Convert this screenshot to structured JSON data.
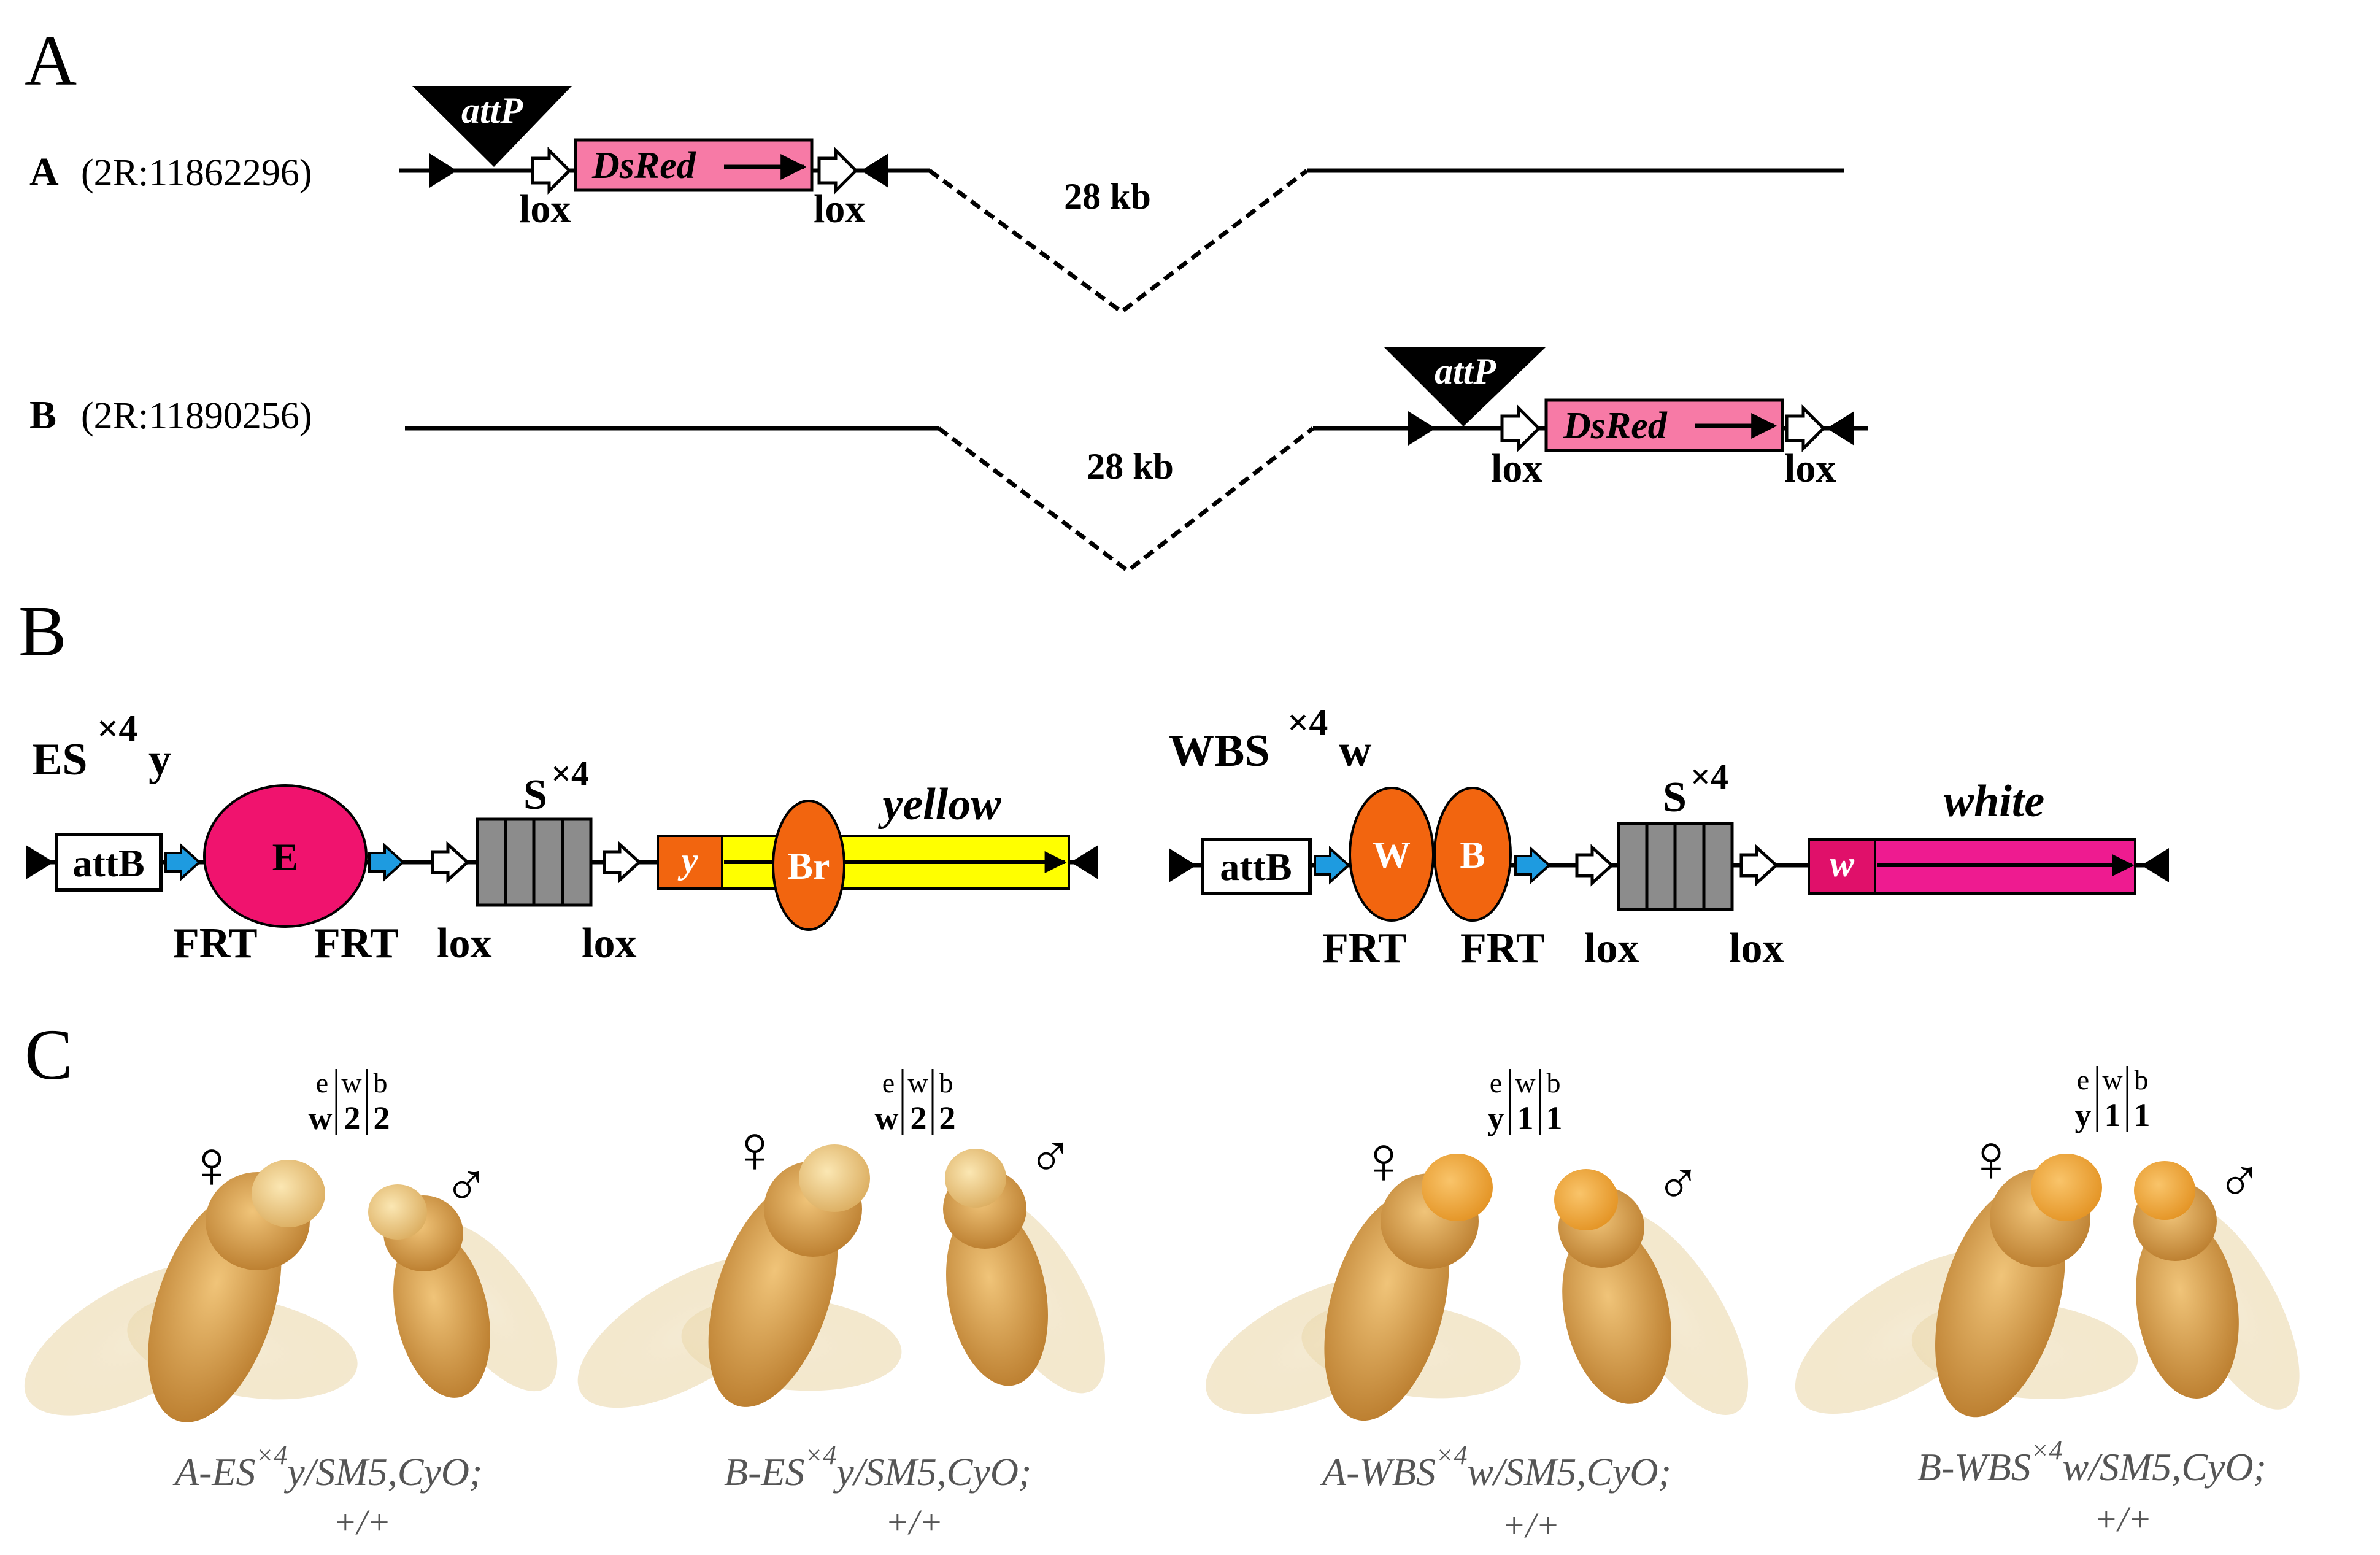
{
  "panels": {
    "A": "A",
    "B": "B",
    "C": "C"
  },
  "panel_a": {
    "row_a": {
      "letter": "A",
      "coord": "(2R:11862296)",
      "attp": "attP",
      "dsred": "DsRed",
      "lox_left": "lox",
      "lox_right": "lox",
      "gap": "28 kb"
    },
    "row_b": {
      "letter": "B",
      "coord": "(2R:11890256)",
      "attp": "attP",
      "dsred": "DsRed",
      "lox_left": "lox",
      "lox_right": "lox",
      "gap": "28 kb"
    }
  },
  "panel_b": {
    "left": {
      "name_main": "ES",
      "name_sup": "×4",
      "name_sub": "y",
      "attb": "attB",
      "enhancer": "E",
      "frt_left": "FRT",
      "frt_right": "FRT",
      "lox_left": "lox",
      "lox_right": "lox",
      "spacer_main": "S",
      "spacer_sup": "×4",
      "gene_short": "y",
      "bridge": "Br",
      "gene": "yellow"
    },
    "right": {
      "name_main": "WBS",
      "name_sup": "×4",
      "name_sub": "w",
      "attb": "attB",
      "enhancer_w": "W",
      "enhancer_b": "B",
      "frt_left": "FRT",
      "frt_right": "FRT",
      "lox_left": "lox",
      "lox_right": "lox",
      "spacer_main": "S",
      "spacer_sup": "×4",
      "gene_short": "w",
      "gene": "white"
    }
  },
  "panel_c": {
    "flies": [
      {
        "geno_top": [
          "e",
          "w",
          "b"
        ],
        "geno_bottom": [
          "w",
          "2",
          "2"
        ],
        "female": "♀",
        "male": "♂",
        "label_main": "A-ES",
        "label_sup": "×4",
        "label_rest": "y/SM5,CyO;",
        "label_line2": "+/+"
      },
      {
        "geno_top": [
          "e",
          "w",
          "b"
        ],
        "geno_bottom": [
          "w",
          "2",
          "2"
        ],
        "female": "♀",
        "male": "♂",
        "label_main": "B-ES",
        "label_sup": "×4",
        "label_rest": "y/SM5,CyO;",
        "label_line2": "+/+"
      },
      {
        "geno_top": [
          "e",
          "w",
          "b"
        ],
        "geno_bottom": [
          "y",
          "1",
          "1"
        ],
        "female": "♀",
        "male": "♂",
        "label_main": "A-WBS",
        "label_sup": "×4",
        "label_rest": "w/SM5,CyO;",
        "label_line2": "+/+"
      },
      {
        "geno_top": [
          "e",
          "w",
          "b"
        ],
        "geno_bottom": [
          "y",
          "1",
          "1"
        ],
        "female": "♀",
        "male": "♂",
        "label_main": "B-WBS",
        "label_sup": "×4",
        "label_rest": "w/SM5,CyO;",
        "label_line2": "+/+"
      }
    ]
  },
  "colors": {
    "dsred": "#f77aa6",
    "enhancer": "#f0136e",
    "frt": "#1e9be0",
    "orange": "#f2650f",
    "yellow": "#ffff00",
    "white_gene": "#ee1b90",
    "spacer": "#8c8c8c",
    "fly_body": "#d9a24c"
  }
}
